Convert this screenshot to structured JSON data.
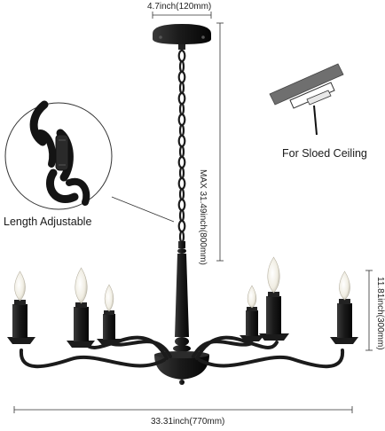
{
  "colors": {
    "metal": "#1b1b1b",
    "bulb": "#f4f1e6",
    "dimension_line": "#333333",
    "ceiling_gray": "#6f6f6f"
  },
  "icons": [
    "chandelier-product-image",
    "chain-detail-magnifier",
    "sloped-ceiling-icon"
  ],
  "dimensions": {
    "canopy_width": "4.7inch(120mm)",
    "chain_length": "MAX 31.49inch(800mm)",
    "arm_height": "11.81inch(300mm)",
    "total_width": "33.31inch(770mm)"
  },
  "callouts": {
    "length_adjustable": "Length Adjustable",
    "sloped_ceiling": "For Sloed Ceiling"
  }
}
